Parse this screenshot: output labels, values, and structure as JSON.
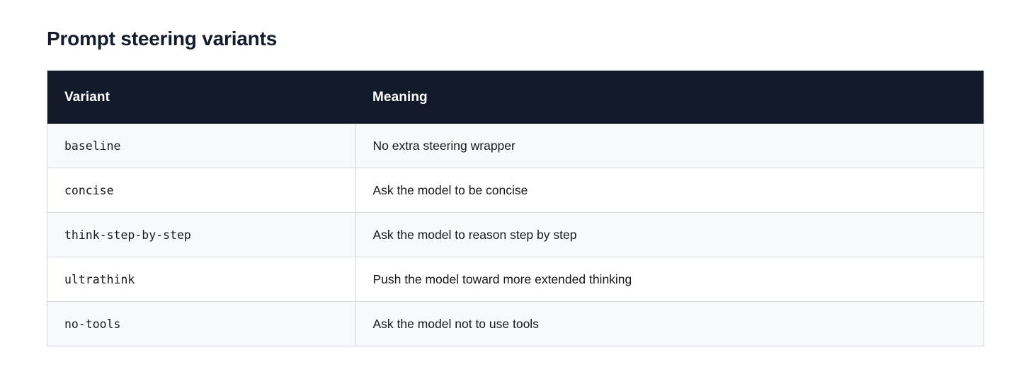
{
  "document": {
    "title": "Prompt steering variants",
    "background_color": "#ffffff"
  },
  "table": {
    "header_background": "#121a29",
    "header_text_color": "#ffffff",
    "border_color": "#d3d8e0",
    "row_alt_background": "#f8f9fb",
    "row_plain_background": "#ffffff",
    "body_text_color": "#16181d",
    "columns": [
      {
        "key": "variant",
        "label": "Variant"
      },
      {
        "key": "meaning",
        "label": "Meaning"
      }
    ],
    "rows": [
      {
        "variant": "baseline",
        "meaning": "No extra steering wrapper"
      },
      {
        "variant": "concise",
        "meaning": "Ask the model to be concise"
      },
      {
        "variant": "think-step-by-step",
        "meaning": "Ask the model to reason step by step"
      },
      {
        "variant": "ultrathink",
        "meaning": "Push the model toward more extended thinking"
      },
      {
        "variant": "no-tools",
        "meaning": "Ask the model not to use tools"
      }
    ]
  }
}
